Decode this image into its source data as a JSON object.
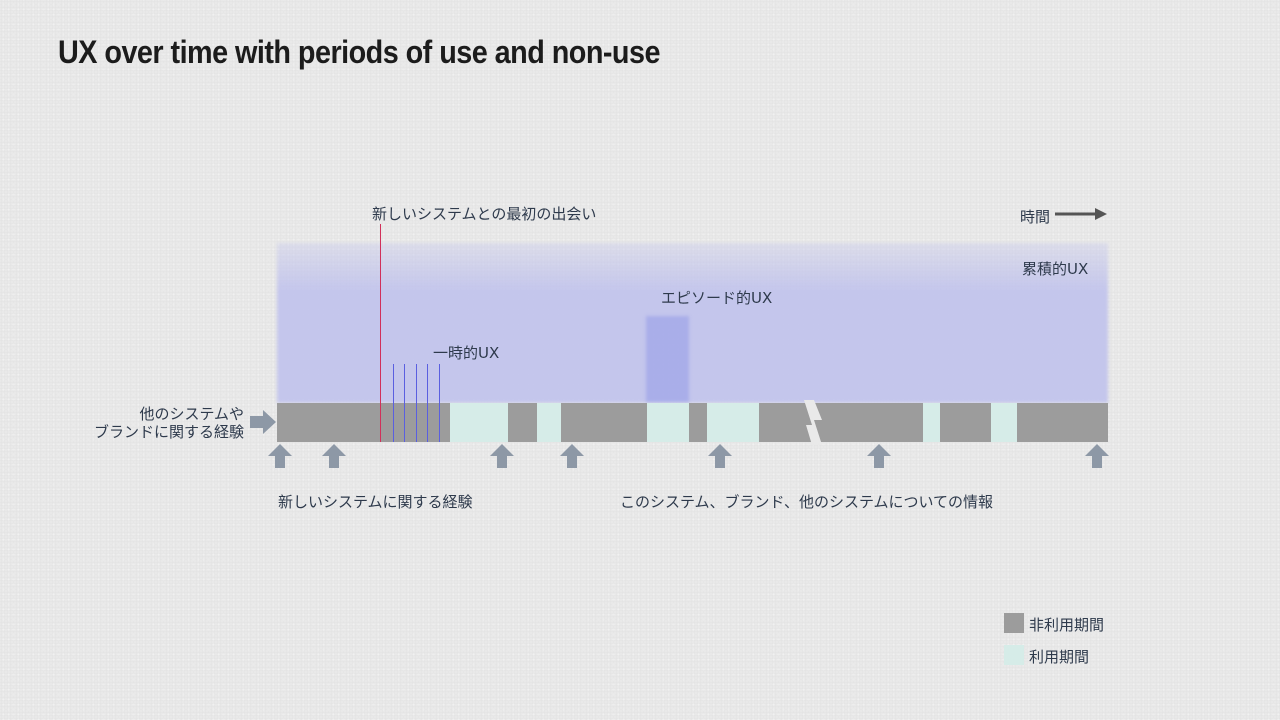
{
  "title": "UX over time with periods of use and non-use",
  "labels": {
    "first_encounter": "新しいシステムとの最初の出会い",
    "time": "時間",
    "cumulative_ux": "累積的UX",
    "episodic_ux": "エピソード的UX",
    "momentary_ux": "一時的UX",
    "other_systems_line1": "他のシステムや",
    "other_systems_line2": "ブランドに関する経験",
    "new_system_experience": "新しいシステムに関する経験",
    "info": "このシステム、ブランド、他のシステムについての情報"
  },
  "legend": {
    "non_use": "非利用期間",
    "use": "利用期間"
  },
  "colors": {
    "non_use": "#9c9c9c",
    "use": "#d6ece8",
    "ux_region": "#c0c2ec",
    "first_encounter_line": "#d1305a",
    "momentary_ticks": "#5a5fe0",
    "arrows": "#8d98a6"
  }
}
